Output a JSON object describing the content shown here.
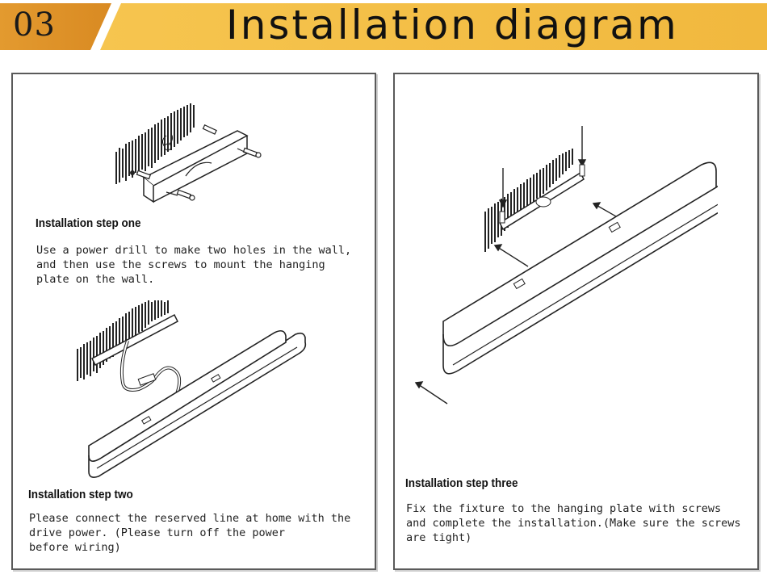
{
  "header": {
    "number": "03",
    "title": "Installation diagram",
    "colors": {
      "banner_left": "#E0952A",
      "banner_right": "#F4C04A"
    }
  },
  "steps": [
    {
      "title": "Installation step one",
      "text": "Use a power drill to make two holes in the wall,\nand then use the screws to mount the hanging\nplate on the wall."
    },
    {
      "title": "Installation step two",
      "text": "Please connect the reserved line at home with the\ndrive power. (Please turn off the power\nbefore wiring)"
    },
    {
      "title": "Installation step three",
      "text": "Fix the fixture to the hanging plate with screws\nand complete the installation.(Make sure the screws\nare tight)"
    }
  ]
}
